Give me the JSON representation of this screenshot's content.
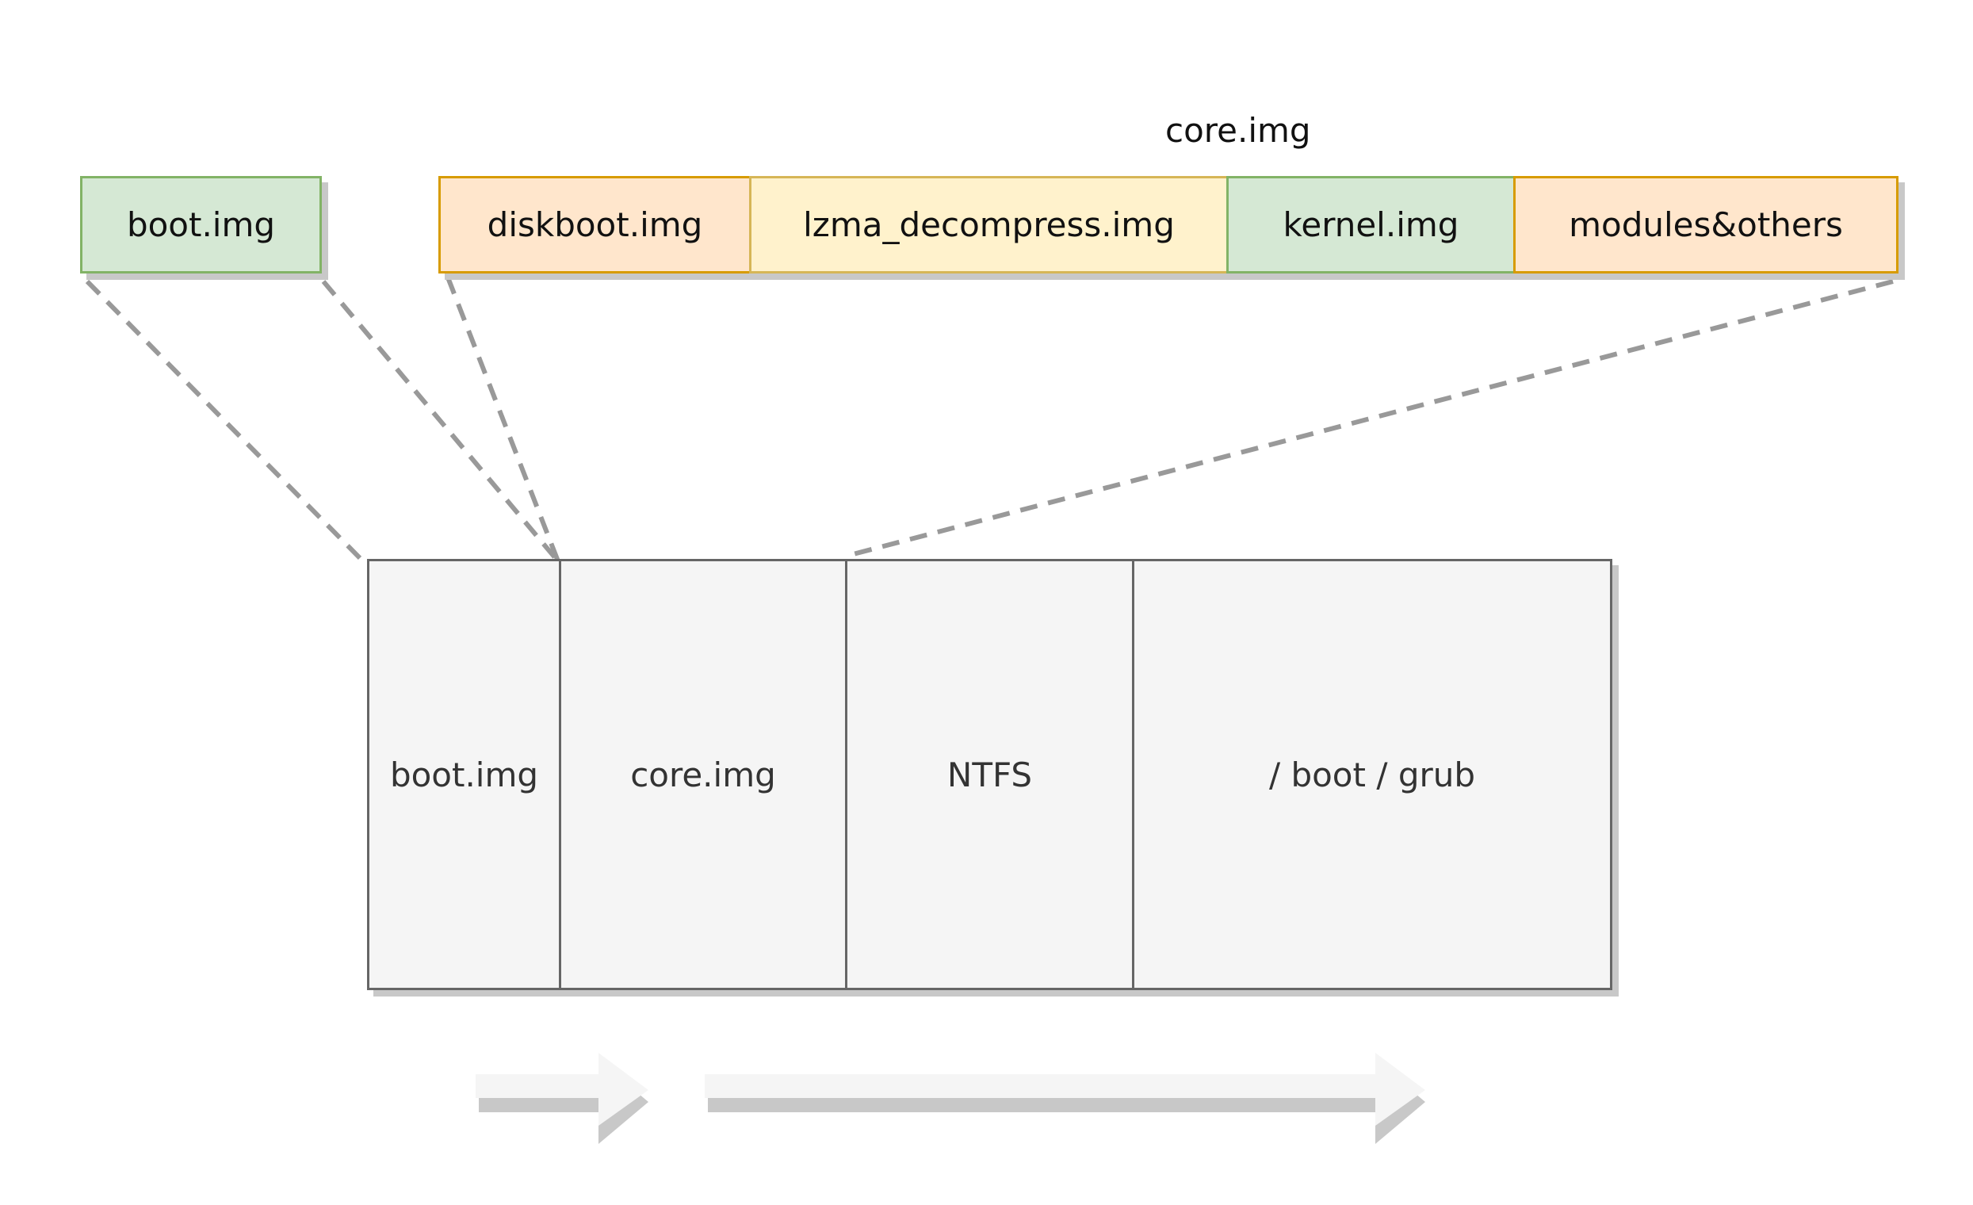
{
  "top_row": {
    "boot": "boot.img",
    "core_group_title": "core.img",
    "core_parts": [
      "diskboot.img",
      "lzma_decompress.img",
      "kernel.img",
      "modules&others"
    ]
  },
  "disk": {
    "segments": [
      "boot.img",
      "core.img",
      "NTFS",
      "/ boot / grub"
    ]
  },
  "colors": {
    "green_fill": "#d5e8d4",
    "green_stroke": "#82b366",
    "orange_fill": "#ffe6cc",
    "orange_stroke": "#d79b00",
    "yellow_fill": "#fff2cc",
    "yellow_stroke": "#d6b656",
    "grey_fill": "#f5f5f5",
    "grey_stroke": "#666666",
    "connector": "#999999"
  }
}
